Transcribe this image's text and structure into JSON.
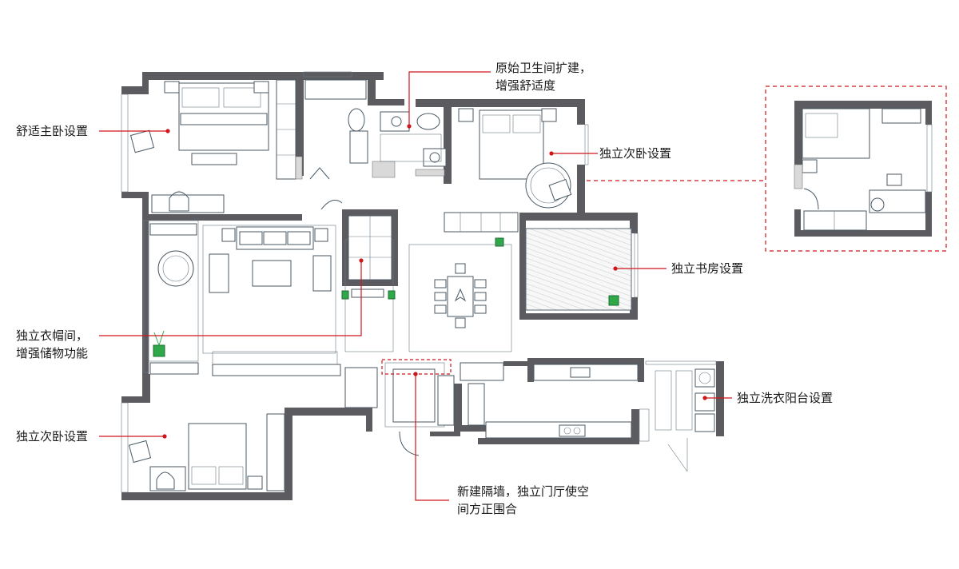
{
  "annotations": {
    "bathroom_line1": "原始卫生间扩建，",
    "bathroom_line2": "增强舒适度",
    "master_bedroom": "舒适主卧设置",
    "second_bedroom_top": "独立次卧设置",
    "study": "独立书房设置",
    "cloakroom_line1": "独立衣帽间，",
    "cloakroom_line2": "增强储物功能",
    "laundry_balcony": "独立洗衣阳台设置",
    "second_bedroom_bottom": "独立次卧设置",
    "foyer_line1": "新建隔墙，独立门厅使空",
    "foyer_line2": "间方正围合"
  },
  "colors": {
    "wall": "#5b5b60",
    "furniture_line": "#4a5a66",
    "leader_line": "#d0161b",
    "plant": "#2fa84a"
  }
}
